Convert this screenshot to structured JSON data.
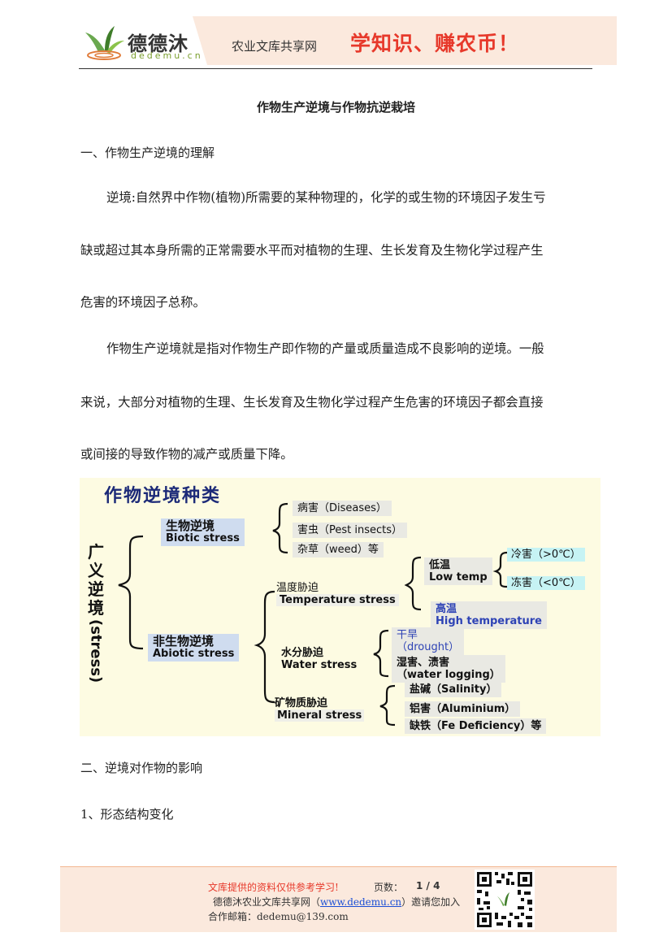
{
  "header": {
    "logo_cn": "德德沐",
    "logo_en": "dedemu.cn",
    "site_name": "农业文库共享网",
    "slogan": "学知识、赚农币！"
  },
  "document": {
    "title": "作物生产逆境与作物抗逆栽培",
    "section1_heading": "一、作物生产逆境的理解",
    "para1_lines": [
      "逆境:自然界中作物(植物)所需要的某种物理的，化学的或生物的环境因子发生亏",
      "缺或超过其本身所需的正常需要水平而对植物的生理、生长发育及生物化学过程产生",
      "危害的环境因子总称。"
    ],
    "para2_lines": [
      "作物生产逆境就是指对作物生产即作物的产量或质量造成不良影响的逆境。一般",
      "来说，大部分对植物的生理、生长发育及生物化学过程产生危害的环境因子都会直接",
      "或间接的导致作物的减产或质量下降。"
    ],
    "section2_heading": "二、逆境对作物的影响",
    "section2_sub": "1、形态结构变化"
  },
  "diagram": {
    "title": "作物逆境种类",
    "root_cn": "广义逆境",
    "root_en": "(stress)",
    "biotic": {
      "cn": "生物逆境",
      "en": "Biotic stress"
    },
    "biotic_items": [
      "病害（Diseases）",
      "害虫（Pest insects）",
      "杂草（weed）等"
    ],
    "abiotic": {
      "cn": "非生物逆境",
      "en": "Abiotic  stress"
    },
    "temperature": {
      "cn": "温度胁迫",
      "en": "Temperature stress"
    },
    "low_temp": {
      "cn": "低温",
      "en": "Low temp"
    },
    "low_temp_items": [
      "冷害（>0℃）",
      "冻害（<0℃）"
    ],
    "high_temp": {
      "cn": "高温",
      "en": "High temperature"
    },
    "water": {
      "cn": "水分胁迫",
      "en": "Water stress"
    },
    "water_items": [
      {
        "cn": "干旱",
        "en": "（drought）"
      },
      {
        "cn": "湿害、渍害",
        "en": "（water  logging）"
      }
    ],
    "mineral": {
      "cn": "矿物质胁迫",
      "en": "Mineral  stress"
    },
    "mineral_items": [
      "盐碱（Salinity）",
      "铝害（Aluminium）",
      "缺铁（Fe Deficiency）等"
    ]
  },
  "footer": {
    "notice": "文库提供的资料仅供参考学习!",
    "pages_label": "页数：",
    "pages_value": "1 / 4",
    "line2_prefix": "德德沐农业文库共享网（",
    "line2_link": "www.dedemu.cn",
    "line2_suffix": "）邀请您加入",
    "line3": "合作邮箱：dedemu@139.com"
  },
  "colors": {
    "accent_red": "#e7392b",
    "header_band": "#fbe9dd",
    "diagram_title": "#1c2a78",
    "box_blue": "#cfdcef"
  }
}
